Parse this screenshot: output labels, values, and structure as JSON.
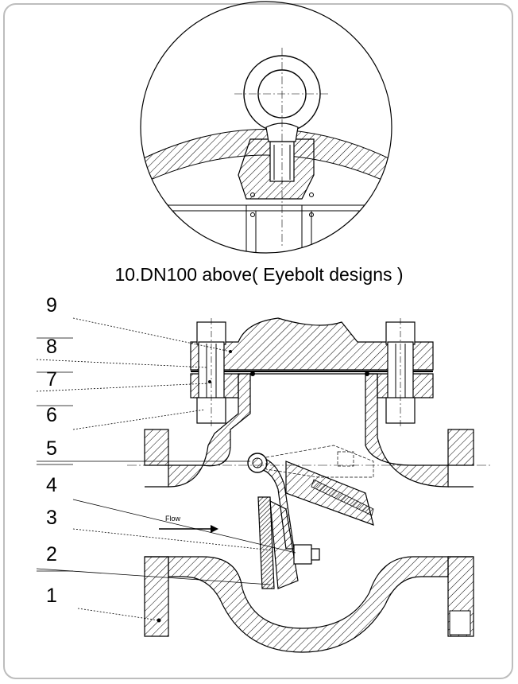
{
  "detail": {
    "caption": "10.DN100 above( Eyebolt designs )"
  },
  "diagram": {
    "flow_label": "Flow",
    "callouts": [
      "9",
      "8",
      "7",
      "6",
      "5",
      "4",
      "3",
      "2",
      "1"
    ]
  },
  "colors": {
    "line": "#000000",
    "frame": "#bdbdbd",
    "hatch": "#000000"
  }
}
